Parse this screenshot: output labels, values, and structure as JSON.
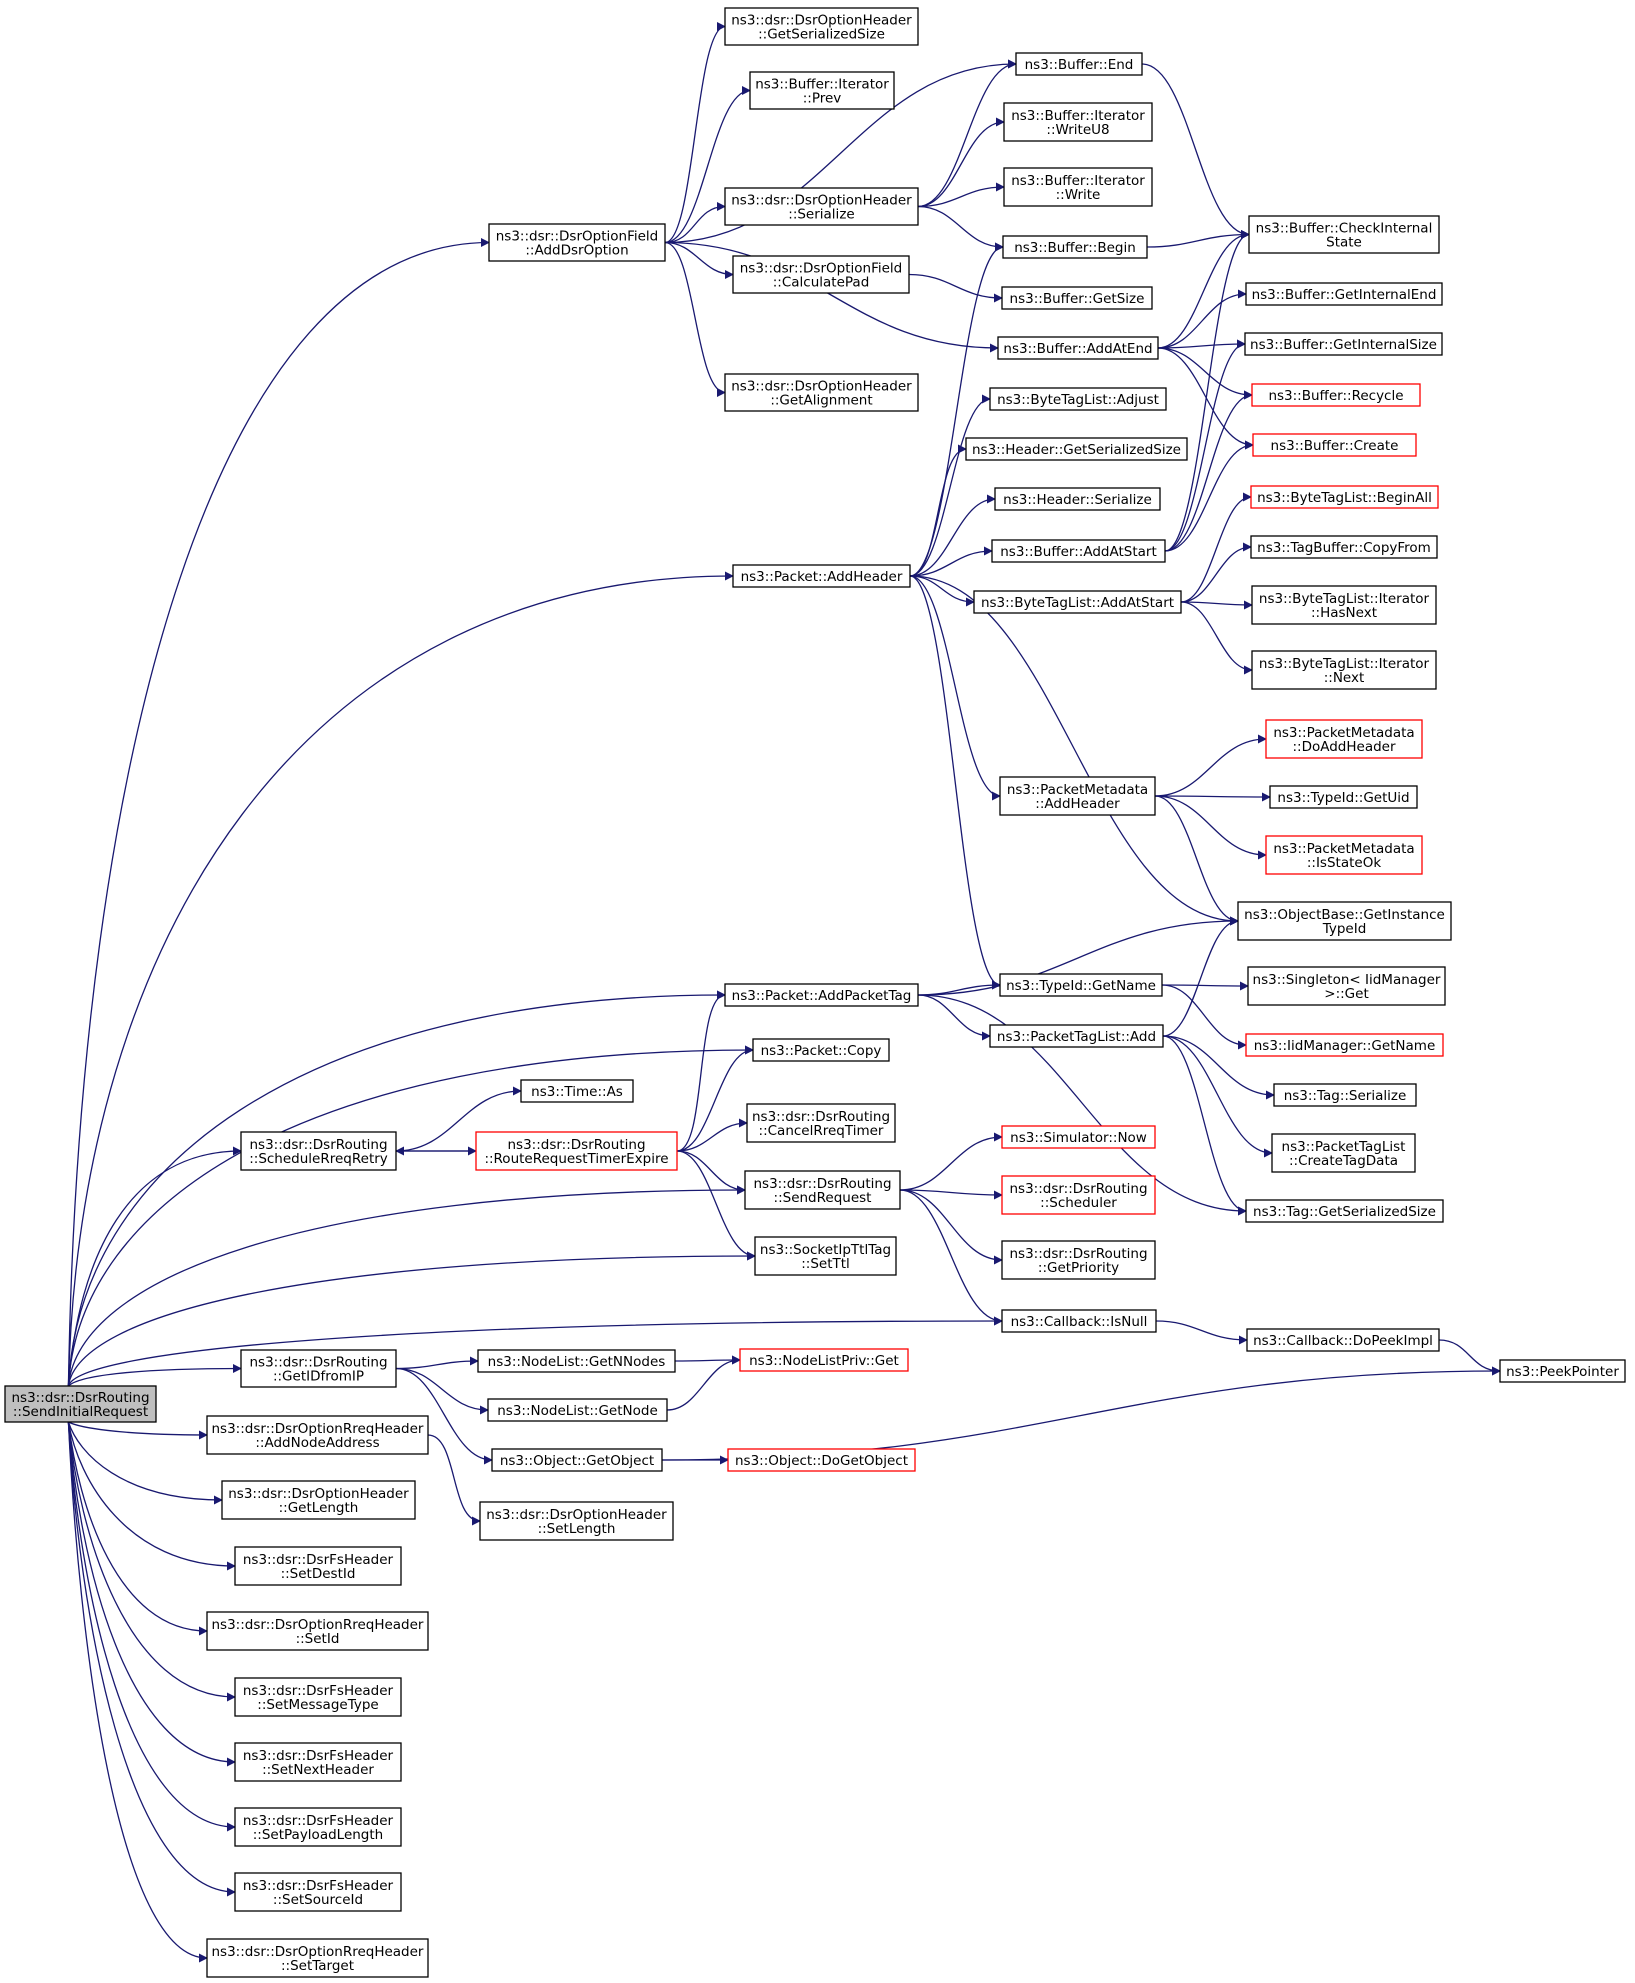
{
  "colors": {
    "edge": "#191970",
    "node_border": "#000000",
    "node_border_truncated": "#ff0000",
    "node_fill": "#ffffff",
    "root_fill": "#bfbfbf",
    "text": "#000000"
  },
  "nodes": [
    {
      "id": "root",
      "lines": [
        "ns3::dsr::DsrRouting",
        "::SendInitialRequest"
      ],
      "root": true
    },
    {
      "id": "addDsrOption",
      "lines": [
        "ns3::dsr::DsrOptionField",
        "::AddDsrOption"
      ]
    },
    {
      "id": "ohGetSerializedSize",
      "lines": [
        "ns3::dsr::DsrOptionHeader",
        "::GetSerializedSize"
      ]
    },
    {
      "id": "iterPrev",
      "lines": [
        "ns3::Buffer::Iterator",
        "::Prev"
      ]
    },
    {
      "id": "ohSerialize",
      "lines": [
        "ns3::dsr::DsrOptionHeader",
        "::Serialize"
      ]
    },
    {
      "id": "calcPad",
      "lines": [
        "ns3::dsr::DsrOptionField",
        "::CalculatePad"
      ]
    },
    {
      "id": "ohGetAlignment",
      "lines": [
        "ns3::dsr::DsrOptionHeader",
        "::GetAlignment"
      ]
    },
    {
      "id": "bufEnd",
      "lines": [
        "ns3::Buffer::End"
      ]
    },
    {
      "id": "iterWriteU8",
      "lines": [
        "ns3::Buffer::Iterator",
        "::WriteU8"
      ]
    },
    {
      "id": "iterWrite",
      "lines": [
        "ns3::Buffer::Iterator",
        "::Write"
      ]
    },
    {
      "id": "bufBegin",
      "lines": [
        "ns3::Buffer::Begin"
      ]
    },
    {
      "id": "bufGetSize",
      "lines": [
        "ns3::Buffer::GetSize"
      ]
    },
    {
      "id": "bufAddAtEnd",
      "lines": [
        "ns3::Buffer::AddAtEnd"
      ]
    },
    {
      "id": "checkInternal",
      "lines": [
        "ns3::Buffer::CheckInternal",
        "State"
      ]
    },
    {
      "id": "getInternalEnd",
      "lines": [
        "ns3::Buffer::GetInternalEnd"
      ]
    },
    {
      "id": "getInternalSize",
      "lines": [
        "ns3::Buffer::GetInternalSize"
      ]
    },
    {
      "id": "bufRecycle",
      "lines": [
        "ns3::Buffer::Recycle"
      ],
      "truncated": true
    },
    {
      "id": "bufCreate",
      "lines": [
        "ns3::Buffer::Create"
      ],
      "truncated": true
    },
    {
      "id": "btlAdjust",
      "lines": [
        "ns3::ByteTagList::Adjust"
      ]
    },
    {
      "id": "hdrGetSerSize",
      "lines": [
        "ns3::Header::GetSerializedSize"
      ]
    },
    {
      "id": "hdrSerialize",
      "lines": [
        "ns3::Header::Serialize"
      ]
    },
    {
      "id": "bufAddAtStart",
      "lines": [
        "ns3::Buffer::AddAtStart"
      ]
    },
    {
      "id": "pktAddHeader",
      "lines": [
        "ns3::Packet::AddHeader"
      ]
    },
    {
      "id": "btlAddAtStart",
      "lines": [
        "ns3::ByteTagList::AddAtStart"
      ]
    },
    {
      "id": "btlBeginAll",
      "lines": [
        "ns3::ByteTagList::BeginAll"
      ],
      "truncated": true
    },
    {
      "id": "tbCopyFrom",
      "lines": [
        "ns3::TagBuffer::CopyFrom"
      ]
    },
    {
      "id": "btlIterHasNext",
      "lines": [
        "ns3::ByteTagList::Iterator",
        "::HasNext"
      ]
    },
    {
      "id": "btlIterNext",
      "lines": [
        "ns3::ByteTagList::Iterator",
        "::Next"
      ]
    },
    {
      "id": "pmDoAddHeader",
      "lines": [
        "ns3::PacketMetadata",
        "::DoAddHeader"
      ],
      "truncated": true
    },
    {
      "id": "pmAddHeader",
      "lines": [
        "ns3::PacketMetadata",
        "::AddHeader"
      ]
    },
    {
      "id": "typeIdGetUid",
      "lines": [
        "ns3::TypeId::GetUid"
      ]
    },
    {
      "id": "pmIsStateOk",
      "lines": [
        "ns3::PacketMetadata",
        "::IsStateOk"
      ],
      "truncated": true
    },
    {
      "id": "obGetInstance",
      "lines": [
        "ns3::ObjectBase::GetInstance",
        "TypeId"
      ]
    },
    {
      "id": "pktAddPacketTag",
      "lines": [
        "ns3::Packet::AddPacketTag"
      ]
    },
    {
      "id": "typeIdGetName",
      "lines": [
        "ns3::TypeId::GetName"
      ]
    },
    {
      "id": "singletonGet",
      "lines": [
        "ns3::Singleton< IidManager",
        " >::Get"
      ]
    },
    {
      "id": "ptlAdd",
      "lines": [
        "ns3::PacketTagList::Add"
      ]
    },
    {
      "id": "iidGetName",
      "lines": [
        "ns3::IidManager::GetName"
      ],
      "truncated": true
    },
    {
      "id": "pktCopy",
      "lines": [
        "ns3::Packet::Copy"
      ]
    },
    {
      "id": "tagSerialize",
      "lines": [
        "ns3::Tag::Serialize"
      ]
    },
    {
      "id": "timeAs",
      "lines": [
        "ns3::Time::As"
      ]
    },
    {
      "id": "schedRreqRetry",
      "lines": [
        "ns3::dsr::DsrRouting",
        "::ScheduleRreqRetry"
      ]
    },
    {
      "id": "routeReqTimer",
      "lines": [
        "ns3::dsr::DsrRouting",
        "::RouteRequestTimerExpire"
      ],
      "truncated": true
    },
    {
      "id": "cancelRreq",
      "lines": [
        "ns3::dsr::DsrRouting",
        "::CancelRreqTimer"
      ]
    },
    {
      "id": "ptlCreateTagData",
      "lines": [
        "ns3::PacketTagList",
        "::CreateTagData"
      ]
    },
    {
      "id": "simNow",
      "lines": [
        "ns3::Simulator::Now"
      ],
      "truncated": true
    },
    {
      "id": "sendRequest",
      "lines": [
        "ns3::dsr::DsrRouting",
        "::SendRequest"
      ]
    },
    {
      "id": "scheduler",
      "lines": [
        "ns3::dsr::DsrRouting",
        "::Scheduler"
      ],
      "truncated": true
    },
    {
      "id": "tagGetSerSize",
      "lines": [
        "ns3::Tag::GetSerializedSize"
      ]
    },
    {
      "id": "socketSetTtl",
      "lines": [
        "ns3::SocketIpTtlTag",
        "::SetTtl"
      ]
    },
    {
      "id": "getPriority",
      "lines": [
        "ns3::dsr::DsrRouting",
        "::GetPriority"
      ]
    },
    {
      "id": "cbIsNull",
      "lines": [
        "ns3::Callback::IsNull"
      ]
    },
    {
      "id": "cbDoPeek",
      "lines": [
        "ns3::Callback::DoPeekImpl"
      ]
    },
    {
      "id": "getIdFromIp",
      "lines": [
        "ns3::dsr::DsrRouting",
        "::GetIDfromIP"
      ]
    },
    {
      "id": "nlGetNNodes",
      "lines": [
        "ns3::NodeList::GetNNodes"
      ]
    },
    {
      "id": "nlPrivGet",
      "lines": [
        "ns3::NodeListPriv::Get"
      ],
      "truncated": true
    },
    {
      "id": "peekPointer",
      "lines": [
        "ns3::PeekPointer"
      ]
    },
    {
      "id": "nlGetNode",
      "lines": [
        "ns3::NodeList::GetNode"
      ]
    },
    {
      "id": "rreqAddNodeAddr",
      "lines": [
        "ns3::dsr::DsrOptionRreqHeader",
        "::AddNodeAddress"
      ]
    },
    {
      "id": "objGetObject",
      "lines": [
        "ns3::Object::GetObject"
      ]
    },
    {
      "id": "objDoGetObject",
      "lines": [
        "ns3::Object::DoGetObject"
      ],
      "truncated": true
    },
    {
      "id": "ohGetLength",
      "lines": [
        "ns3::dsr::DsrOptionHeader",
        "::GetLength"
      ]
    },
    {
      "id": "ohSetLength",
      "lines": [
        "ns3::dsr::DsrOptionHeader",
        "::SetLength"
      ]
    },
    {
      "id": "fsSetDestId",
      "lines": [
        "ns3::dsr::DsrFsHeader",
        "::SetDestId"
      ]
    },
    {
      "id": "rreqSetId",
      "lines": [
        "ns3::dsr::DsrOptionRreqHeader",
        "::SetId"
      ]
    },
    {
      "id": "fsSetMsgType",
      "lines": [
        "ns3::dsr::DsrFsHeader",
        "::SetMessageType"
      ]
    },
    {
      "id": "fsSetNextHdr",
      "lines": [
        "ns3::dsr::DsrFsHeader",
        "::SetNextHeader"
      ]
    },
    {
      "id": "fsSetPayload",
      "lines": [
        "ns3::dsr::DsrFsHeader",
        "::SetPayloadLength"
      ]
    },
    {
      "id": "fsSetSourceId",
      "lines": [
        "ns3::dsr::DsrFsHeader",
        "::SetSourceId"
      ]
    },
    {
      "id": "rreqSetTarget",
      "lines": [
        "ns3::dsr::DsrOptionRreqHeader",
        "::SetTarget"
      ]
    }
  ],
  "edges": [
    {
      "from": "root",
      "to": "addDsrOption"
    },
    {
      "from": "root",
      "to": "pktAddHeader"
    },
    {
      "from": "root",
      "to": "pktAddPacketTag"
    },
    {
      "from": "root",
      "to": "pktCopy"
    },
    {
      "from": "root",
      "to": "schedRreqRetry"
    },
    {
      "from": "root",
      "to": "sendRequest"
    },
    {
      "from": "root",
      "to": "socketSetTtl"
    },
    {
      "from": "root",
      "to": "cbIsNull"
    },
    {
      "from": "root",
      "to": "getIdFromIp"
    },
    {
      "from": "root",
      "to": "rreqAddNodeAddr"
    },
    {
      "from": "root",
      "to": "ohGetLength"
    },
    {
      "from": "root",
      "to": "fsSetDestId"
    },
    {
      "from": "root",
      "to": "rreqSetId"
    },
    {
      "from": "root",
      "to": "fsSetMsgType"
    },
    {
      "from": "root",
      "to": "fsSetNextHdr"
    },
    {
      "from": "root",
      "to": "fsSetPayload"
    },
    {
      "from": "root",
      "to": "fsSetSourceId"
    },
    {
      "from": "root",
      "to": "rreqSetTarget"
    },
    {
      "from": "addDsrOption",
      "to": "ohGetSerializedSize"
    },
    {
      "from": "addDsrOption",
      "to": "iterPrev"
    },
    {
      "from": "addDsrOption",
      "to": "bufEnd"
    },
    {
      "from": "addDsrOption",
      "to": "ohSerialize"
    },
    {
      "from": "addDsrOption",
      "to": "calcPad"
    },
    {
      "from": "addDsrOption",
      "to": "bufAddAtEnd"
    },
    {
      "from": "addDsrOption",
      "to": "ohGetAlignment"
    },
    {
      "from": "ohSerialize",
      "to": "bufEnd"
    },
    {
      "from": "ohSerialize",
      "to": "iterWriteU8"
    },
    {
      "from": "ohSerialize",
      "to": "iterWrite"
    },
    {
      "from": "ohSerialize",
      "to": "bufBegin"
    },
    {
      "from": "calcPad",
      "to": "bufGetSize"
    },
    {
      "from": "bufEnd",
      "to": "checkInternal"
    },
    {
      "from": "bufBegin",
      "to": "checkInternal"
    },
    {
      "from": "bufAddAtEnd",
      "to": "checkInternal"
    },
    {
      "from": "bufAddAtEnd",
      "to": "getInternalEnd"
    },
    {
      "from": "bufAddAtEnd",
      "to": "getInternalSize"
    },
    {
      "from": "bufAddAtEnd",
      "to": "bufRecycle"
    },
    {
      "from": "bufAddAtEnd",
      "to": "bufCreate"
    },
    {
      "from": "pktAddHeader",
      "to": "bufBegin"
    },
    {
      "from": "pktAddHeader",
      "to": "btlAdjust"
    },
    {
      "from": "pktAddHeader",
      "to": "hdrGetSerSize"
    },
    {
      "from": "pktAddHeader",
      "to": "hdrSerialize"
    },
    {
      "from": "pktAddHeader",
      "to": "bufAddAtStart"
    },
    {
      "from": "pktAddHeader",
      "to": "btlAddAtStart"
    },
    {
      "from": "pktAddHeader",
      "to": "pmAddHeader"
    },
    {
      "from": "pktAddHeader",
      "to": "obGetInstance"
    },
    {
      "from": "pktAddHeader",
      "to": "typeIdGetName"
    },
    {
      "from": "bufAddAtStart",
      "to": "checkInternal"
    },
    {
      "from": "bufAddAtStart",
      "to": "getInternalSize"
    },
    {
      "from": "bufAddAtStart",
      "to": "bufRecycle"
    },
    {
      "from": "bufAddAtStart",
      "to": "bufCreate"
    },
    {
      "from": "btlAddAtStart",
      "to": "btlBeginAll"
    },
    {
      "from": "btlAddAtStart",
      "to": "tbCopyFrom"
    },
    {
      "from": "btlAddAtStart",
      "to": "btlIterHasNext"
    },
    {
      "from": "btlAddAtStart",
      "to": "btlIterNext"
    },
    {
      "from": "pmAddHeader",
      "to": "pmDoAddHeader"
    },
    {
      "from": "pmAddHeader",
      "to": "typeIdGetUid"
    },
    {
      "from": "pmAddHeader",
      "to": "pmIsStateOk"
    },
    {
      "from": "pmAddHeader",
      "to": "obGetInstance"
    },
    {
      "from": "pktAddPacketTag",
      "to": "obGetInstance"
    },
    {
      "from": "pktAddPacketTag",
      "to": "typeIdGetName"
    },
    {
      "from": "pktAddPacketTag",
      "to": "ptlAdd"
    },
    {
      "from": "pktAddPacketTag",
      "to": "tagGetSerSize"
    },
    {
      "from": "typeIdGetName",
      "to": "singletonGet"
    },
    {
      "from": "typeIdGetName",
      "to": "iidGetName"
    },
    {
      "from": "ptlAdd",
      "to": "obGetInstance"
    },
    {
      "from": "ptlAdd",
      "to": "tagSerialize"
    },
    {
      "from": "ptlAdd",
      "to": "ptlCreateTagData"
    },
    {
      "from": "ptlAdd",
      "to": "tagGetSerSize"
    },
    {
      "from": "schedRreqRetry",
      "to": "timeAs"
    },
    {
      "from": "schedRreqRetry",
      "to": "routeReqTimer"
    },
    {
      "from": "routeReqTimer",
      "to": "schedRreqRetry"
    },
    {
      "from": "routeReqTimer",
      "to": "pktAddPacketTag"
    },
    {
      "from": "routeReqTimer",
      "to": "pktCopy"
    },
    {
      "from": "routeReqTimer",
      "to": "cancelRreq"
    },
    {
      "from": "routeReqTimer",
      "to": "sendRequest"
    },
    {
      "from": "routeReqTimer",
      "to": "socketSetTtl"
    },
    {
      "from": "sendRequest",
      "to": "simNow"
    },
    {
      "from": "sendRequest",
      "to": "scheduler"
    },
    {
      "from": "sendRequest",
      "to": "getPriority"
    },
    {
      "from": "sendRequest",
      "to": "cbIsNull"
    },
    {
      "from": "cbIsNull",
      "to": "cbDoPeek"
    },
    {
      "from": "cbDoPeek",
      "to": "peekPointer"
    },
    {
      "from": "getIdFromIp",
      "to": "nlGetNNodes"
    },
    {
      "from": "getIdFromIp",
      "to": "nlGetNode"
    },
    {
      "from": "getIdFromIp",
      "to": "objGetObject"
    },
    {
      "from": "nlGetNNodes",
      "to": "nlPrivGet"
    },
    {
      "from": "nlGetNode",
      "to": "nlPrivGet"
    },
    {
      "from": "objGetObject",
      "to": "peekPointer"
    },
    {
      "from": "objGetObject",
      "to": "objDoGetObject"
    },
    {
      "from": "rreqAddNodeAddr",
      "to": "ohSetLength"
    }
  ]
}
